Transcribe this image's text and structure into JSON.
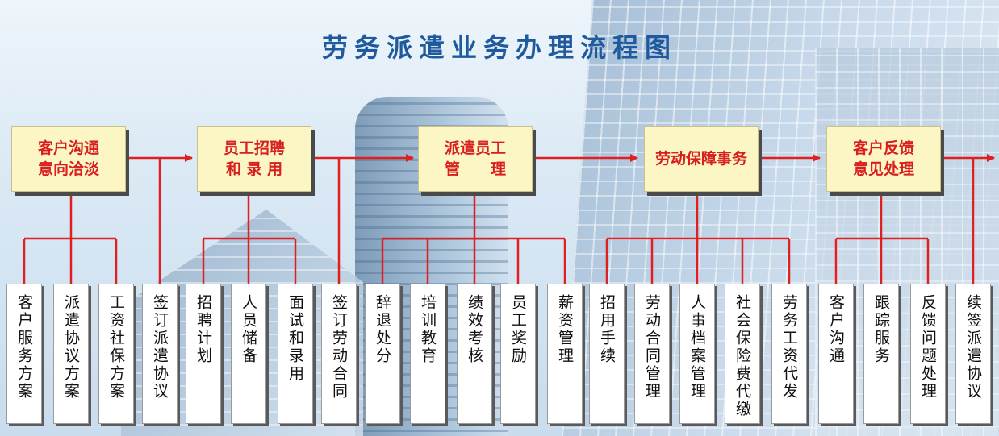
{
  "title": "劳务派遣业务办理流程图",
  "colors": {
    "title": "#1f5a9e",
    "stage_text": "#d81e1e",
    "stage_bg": "#fbf6c4",
    "connector": "#e02020",
    "task_bg": "#ffffff"
  },
  "stages": [
    {
      "label": "客户沟通\n意向洽淡"
    },
    {
      "label": "员工招聘\n和 录 用"
    },
    {
      "label": "派遣员工\n管　　理"
    },
    {
      "label": "劳动保障事务"
    },
    {
      "label": "客户反馈\n意见处理"
    }
  ],
  "tasks": [
    {
      "label": "客户服务方案"
    },
    {
      "label": "派遣协议方案"
    },
    {
      "label": "工资社保方案"
    },
    {
      "label": "签订派遣协议"
    },
    {
      "label": "招聘计划"
    },
    {
      "label": "人员储备"
    },
    {
      "label": "面试和录用"
    },
    {
      "label": "签订劳动合同"
    },
    {
      "label": "辞退处分"
    },
    {
      "label": "培训教育"
    },
    {
      "label": "绩效考核"
    },
    {
      "label": "员工奖励"
    },
    {
      "label": "薪资管理"
    },
    {
      "label": "招用手续"
    },
    {
      "label": "劳动合同管理"
    },
    {
      "label": "人事档案管理"
    },
    {
      "label": "社会保险费代缴"
    },
    {
      "label": "劳务工资代发"
    },
    {
      "label": "客户沟通"
    },
    {
      "label": "跟踪服务"
    },
    {
      "label": "反馈问题处理"
    },
    {
      "label": "续签派遣协议"
    }
  ]
}
